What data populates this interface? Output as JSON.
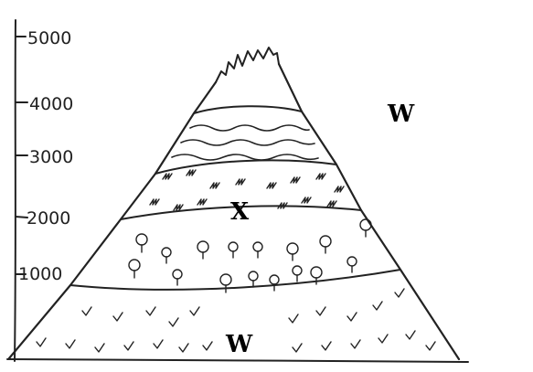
{
  "axis": {
    "ticks": [
      "5000",
      "4000",
      "3000",
      "2000",
      "1000"
    ]
  },
  "labels": {
    "upper_right": "W",
    "middle": "X",
    "base": "W"
  },
  "colors": {
    "ink": "#222222",
    "background": "#ffffff"
  }
}
